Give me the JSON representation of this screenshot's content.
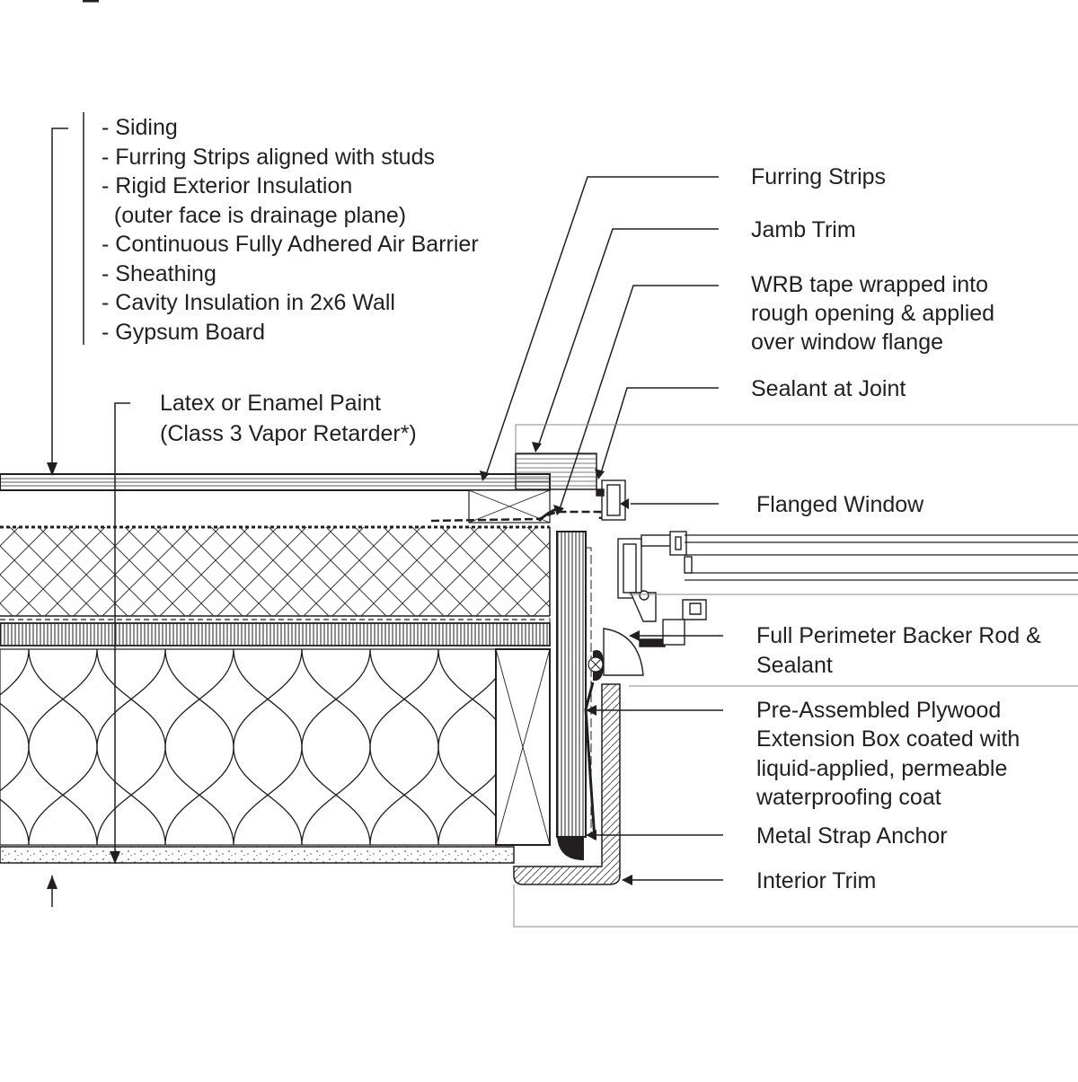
{
  "wall_layers": [
    "- Siding",
    "- Furring Strips aligned with studs",
    "- Rigid Exterior Insulation",
    "  (outer face is drainage plane)",
    "- Continuous Fully Adhered Air Barrier",
    "- Sheathing",
    "- Cavity Insulation in 2x6 Wall",
    "- Gypsum Board"
  ],
  "paint_note": {
    "line1": "Latex or Enamel Paint",
    "line2": "(Class 3 Vapor Retarder*)"
  },
  "callouts": {
    "furring_strips": "Furring Strips",
    "jamb_trim": "Jamb Trim",
    "wrb_line1": "WRB tape wrapped into",
    "wrb_line2": "rough opening & applied",
    "wrb_line3": "over window flange",
    "sealant_joint": "Sealant at Joint",
    "flanged_window": "Flanged Window",
    "backer_line1": "Full Perimeter Backer Rod &",
    "backer_line2": "Sealant",
    "box_line1": "Pre-Assembled Plywood",
    "box_line2": "Extension Box coated with",
    "box_line3": "liquid-applied, permeable",
    "box_line4": "waterproofing coat",
    "strap_anchor": "Metal Strap Anchor",
    "interior_trim": "Interior Trim"
  },
  "colors": {
    "ink": "#231f20",
    "hatch": "#555555"
  }
}
